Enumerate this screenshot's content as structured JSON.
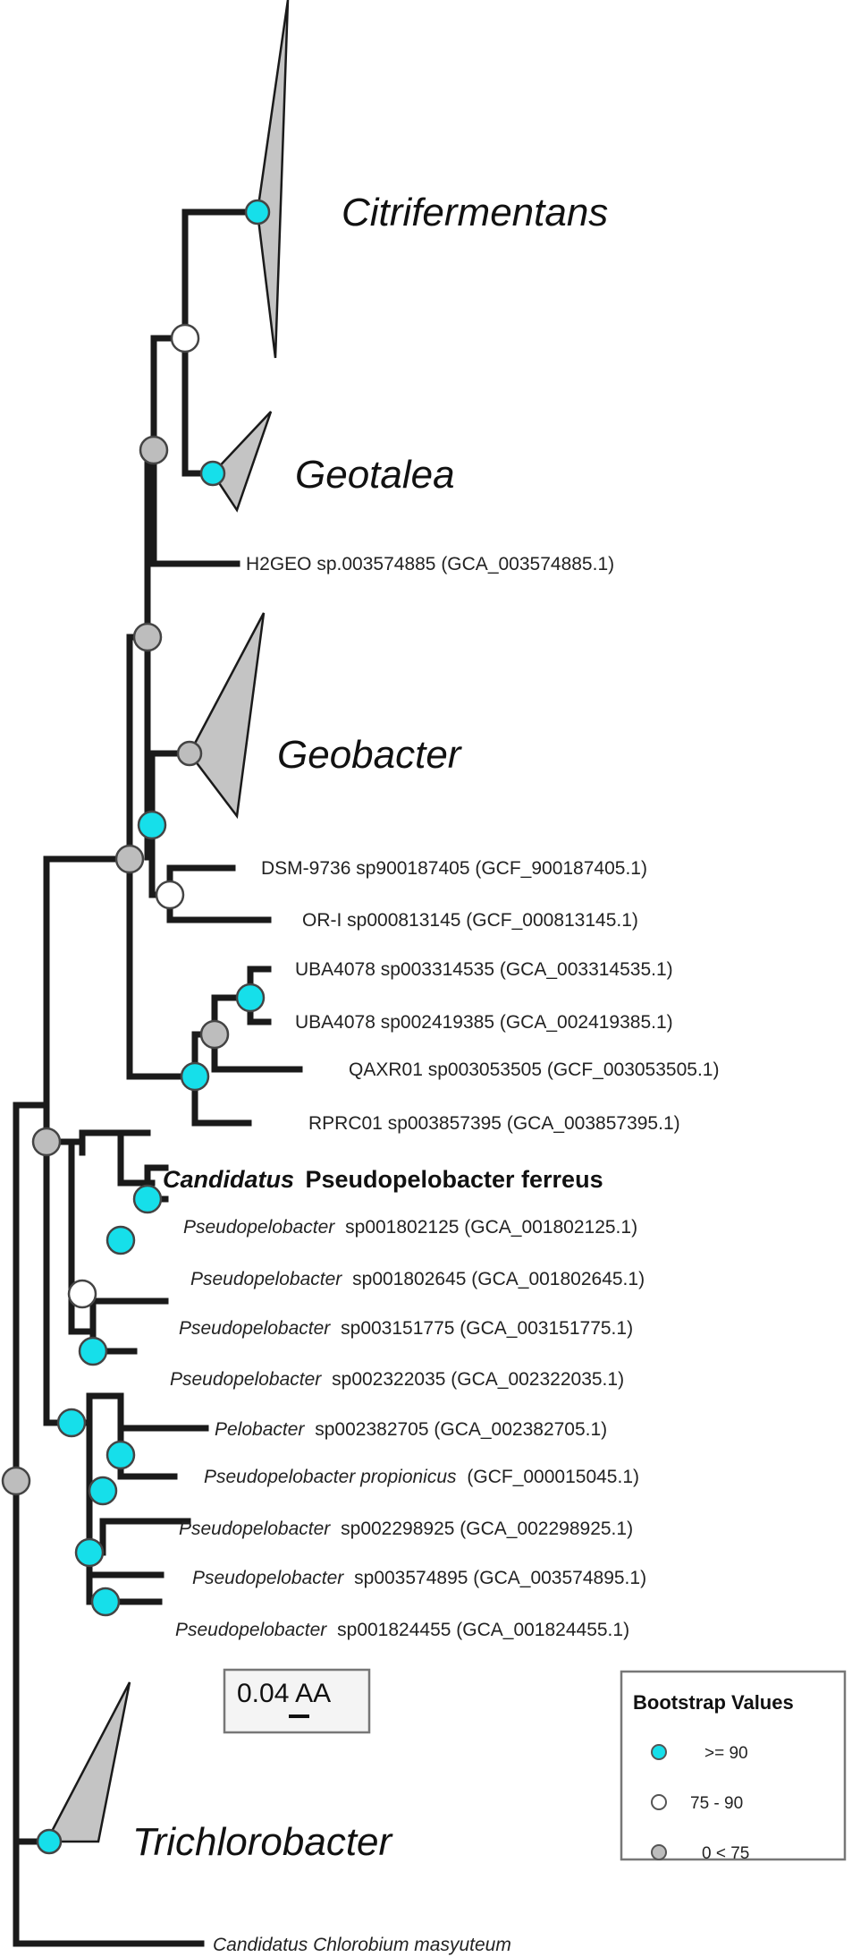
{
  "clades": {
    "citrifermentans": "Citrifermentans",
    "geotalea": "Geotalea",
    "geobacter": "Geobacter",
    "trichlorobacter": "Trichlorobacter"
  },
  "leaves": {
    "h2geo": "H2GEO sp.003574885 (GCA_003574885.1)",
    "dsm9736": "DSM-9736 sp900187405 (GCF_900187405.1)",
    "orii": "OR-I sp000813145 (GCF_000813145.1)",
    "uba4078a": "UBA4078 sp003314535 (GCA_003314535.1)",
    "uba4078b": "UBA4078 sp002419385 (GCA_002419385.1)",
    "qaxr01": "QAXR01 sp003053505 (GCF_003053505.1)",
    "rprc01": "RPRC01 sp003857395 (GCA_003857395.1)",
    "ferreus_genus": "Candidatus",
    "ferreus_species": "Pseudopelobacter ferreus",
    "p1802125_genus": "Pseudopelobacter",
    "p1802125_rest": "sp001802125 (GCA_001802125.1)",
    "p1802645_genus": "Pseudopelobacter",
    "p1802645_rest": "sp001802645 (GCA_001802645.1)",
    "p3151775_genus": "Pseudopelobacter",
    "p3151775_rest": "sp003151775 (GCA_003151775.1)",
    "p2322035_genus": "Pseudopelobacter",
    "p2322035_rest": "sp002322035 (GCA_002322035.1)",
    "pel2382705_genus": "Pelobacter",
    "pel2382705_rest": "sp002382705 (GCA_002382705.1)",
    "propionicus_genus": "Pseudopelobacter propionicus",
    "propionicus_rest": "(GCF_000015045.1)",
    "p2298925_genus": "Pseudopelobacter",
    "p2298925_rest": "sp002298925 (GCA_002298925.1)",
    "p3574895_genus": "Pseudopelobacter",
    "p3574895_rest": "sp003574895 (GCA_003574895.1)",
    "p1824455_genus": "Pseudopelobacter",
    "p1824455_rest": "sp001824455 (GCA_001824455.1)",
    "chlorobium": "Candidatus Chlorobium masyuteum"
  },
  "scale": {
    "label": "0.04 AA"
  },
  "legend": {
    "title": "Bootstrap Values",
    "items": [
      {
        "label": ">= 90",
        "color": "#16dfea"
      },
      {
        "label": "75 - 90",
        "color": "#ffffff"
      },
      {
        "label": "0 < 75",
        "color": "#bdbdbd"
      }
    ]
  }
}
